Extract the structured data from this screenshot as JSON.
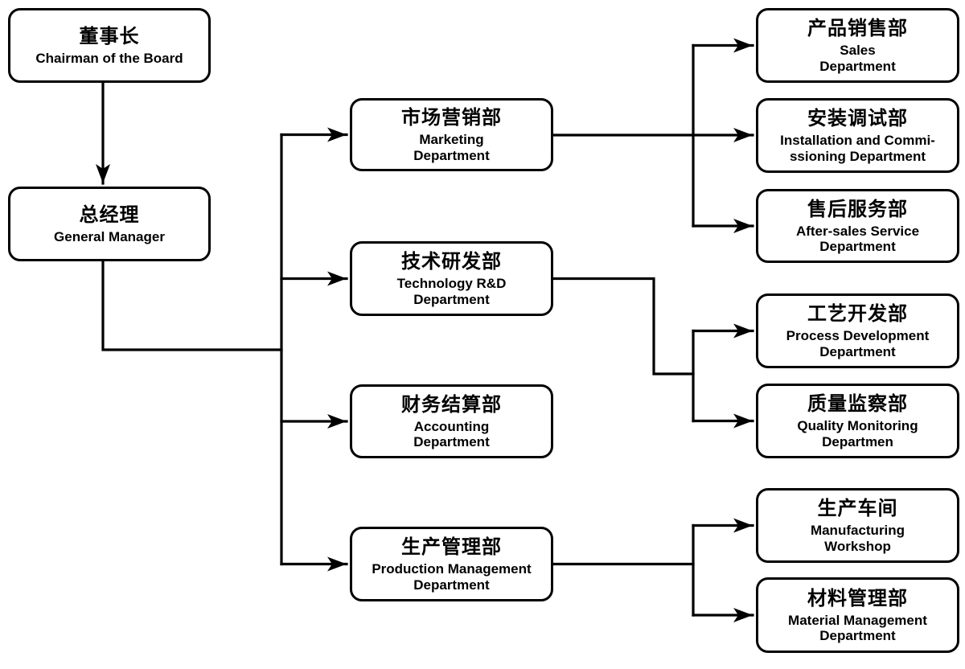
{
  "diagram": {
    "type": "org-chart",
    "background_color": "#ffffff",
    "line_color": "#000000",
    "nodes": {
      "chairman": {
        "zh": "董事长",
        "en": "Chairman of the Board"
      },
      "general_manager": {
        "zh": "总经理",
        "en": "General Manager"
      },
      "marketing": {
        "zh": "市场营销部",
        "en": "Marketing\nDepartment"
      },
      "technology_rd": {
        "zh": "技术研发部",
        "en": "Technology R&D\nDepartment"
      },
      "accounting": {
        "zh": "财务结算部",
        "en": "Accounting\nDepartment"
      },
      "production_management": {
        "zh": "生产管理部",
        "en": "Production Management\nDepartment"
      },
      "sales": {
        "zh": "产品销售部",
        "en": "Sales\nDepartment"
      },
      "installation_commissioning": {
        "zh": "安装调试部",
        "en": "Installation and Commi-\nssioning Department"
      },
      "after_sales_service": {
        "zh": "售后服务部",
        "en": "After-sales Service\nDepartment"
      },
      "process_development": {
        "zh": "工艺开发部",
        "en": "Process Development\nDepartment"
      },
      "quality_monitoring": {
        "zh": "质量监察部",
        "en": "Quality Monitoring\nDepartmen"
      },
      "manufacturing_workshop": {
        "zh": "生产车间",
        "en": "Manufacturing\nWorkshop"
      },
      "material_management": {
        "zh": "材料管理部",
        "en": "Material Management\nDepartment"
      }
    },
    "hierarchy": [
      {
        "parent": "chairman",
        "children": [
          "general_manager"
        ]
      },
      {
        "parent": "general_manager",
        "children": [
          "marketing",
          "technology_rd",
          "accounting",
          "production_management"
        ]
      },
      {
        "parent": "marketing",
        "children": [
          "sales",
          "installation_commissioning",
          "after_sales_service"
        ]
      },
      {
        "parent": "technology_rd",
        "children": [
          "process_development",
          "quality_monitoring"
        ]
      },
      {
        "parent": "production_management",
        "children": [
          "manufacturing_workshop",
          "material_management"
        ]
      }
    ]
  }
}
